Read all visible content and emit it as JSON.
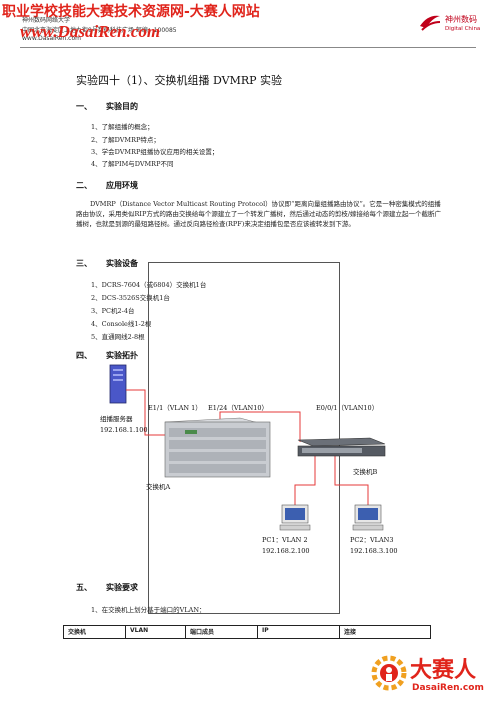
{
  "watermark": {
    "title": "职业学校技能大赛技术资源网-大赛人网站",
    "url": "www.DasaiRen.com"
  },
  "header": {
    "school_line": "神州数码网络大学",
    "address_line": "中国北京海淀区上地九街9号数码科技广场   邮编：100085",
    "site_small": "www.DasaiRen.com",
    "logo_cn": "神州数码",
    "logo_en": "Digital China"
  },
  "title": "实验四十（1）、交换机组播 DVMRP 实验",
  "sections": [
    {
      "num": "一、",
      "heading": "实验目的",
      "items": [
        "1、了解组播的概念；",
        "2、了解DVMRP特点；",
        "3、学会DVMRP组播协议应用的相关设置；",
        "4、了解PIM与DVMRP不同"
      ]
    },
    {
      "num": "二、",
      "heading": "应用环境",
      "paragraph": "DVMRP（Distance Vector Multicast Routing Protocol）协议即“距离向量组播路由协议”。它是一种密集模式的组播路由协议，采用类似RIP方式的路由交换给每个源建立了一个转发广播树，然后通过动态的剪枝/嫁接给每个源建立起一个截断广播树，也就是到源的最短路径树。通过反向路径检查(RPF)来决定组播包是否应该被转发到下游。"
    },
    {
      "num": "三、",
      "heading": "实验设备",
      "items": [
        "1、DCRS-7604（或6804）交换机1台",
        "2、DCS-3526S交换机1台",
        "3、PC机2-4台",
        "4、Console线1-2根",
        "5、直通网线2-8根"
      ]
    },
    {
      "num": "四、",
      "heading": "实验拓扑"
    },
    {
      "num": "五、",
      "heading": "实验要求",
      "items": [
        "1、在交换机上划分基于端口的VLAN："
      ]
    }
  ],
  "topology": {
    "server_label": "组播服务器",
    "server_ip": "192.168.1.100",
    "port_a1": "E1/1（VLAN 1）",
    "port_a2": "E1/24（VLAN10）",
    "port_b": "E0/0/1（VLAN10）",
    "switch_a": "交换机A",
    "switch_b": "交换机B",
    "pc1_label": "PC1：VLAN 2",
    "pc1_ip": "192.168.2.100",
    "pc2_label": "PC2：VLAN3",
    "pc2_ip": "192.168.3.100"
  },
  "table": {
    "headers": [
      "交换机",
      "VLAN",
      "端口成员",
      "IP",
      "连接"
    ]
  },
  "bottom_logo": {
    "big": "大赛人",
    "url": "DasaiRen.com"
  },
  "colors": {
    "watermark_red": "#e0241b",
    "brand_red": "#c0001a"
  }
}
